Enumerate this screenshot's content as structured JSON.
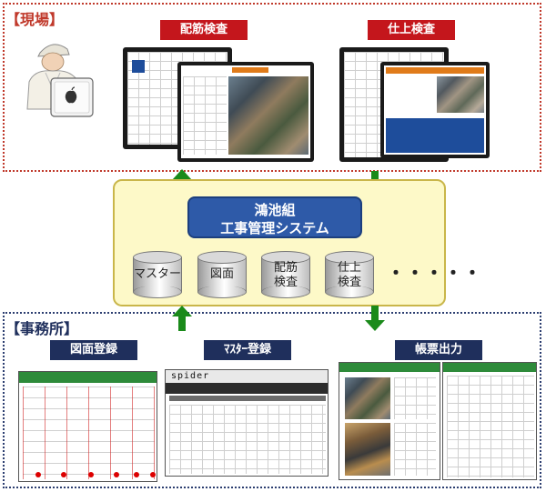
{
  "sections": {
    "site": "【現場】",
    "office": "【事務所】"
  },
  "site_apps": {
    "rebar": "配筋検査",
    "finish": "仕上検査"
  },
  "system": {
    "title_line1": "鴻池組",
    "title_line2": "工事管理システム",
    "databases": [
      {
        "label_line1": "マスター",
        "label_line2": ""
      },
      {
        "label_line1": "図面",
        "label_line2": ""
      },
      {
        "label_line1": "配筋",
        "label_line2": "検査"
      },
      {
        "label_line1": "仕上",
        "label_line2": "検査"
      }
    ],
    "more": "・・・・・"
  },
  "office_apps": {
    "drawing_register": "図面登録",
    "master_register": "ﾏｽﾀｰ登録",
    "report_output": "帳票出力"
  },
  "master_app_title": "spider",
  "colors": {
    "site_frame": "#c0392b",
    "office_frame": "#2c3e70",
    "red_tag": "#c4161c",
    "navy_tag": "#1f2f5c",
    "system_fill": "#fdf9c8",
    "system_title": "#2e5aa8",
    "arrow": "#1a8a1a"
  },
  "icons": {
    "worker": "worker-with-tablet-icon",
    "tablet_logo": "apple-logo-icon",
    "arrow_up": "green-arrow-up-icon",
    "arrow_down": "green-arrow-down-icon"
  }
}
